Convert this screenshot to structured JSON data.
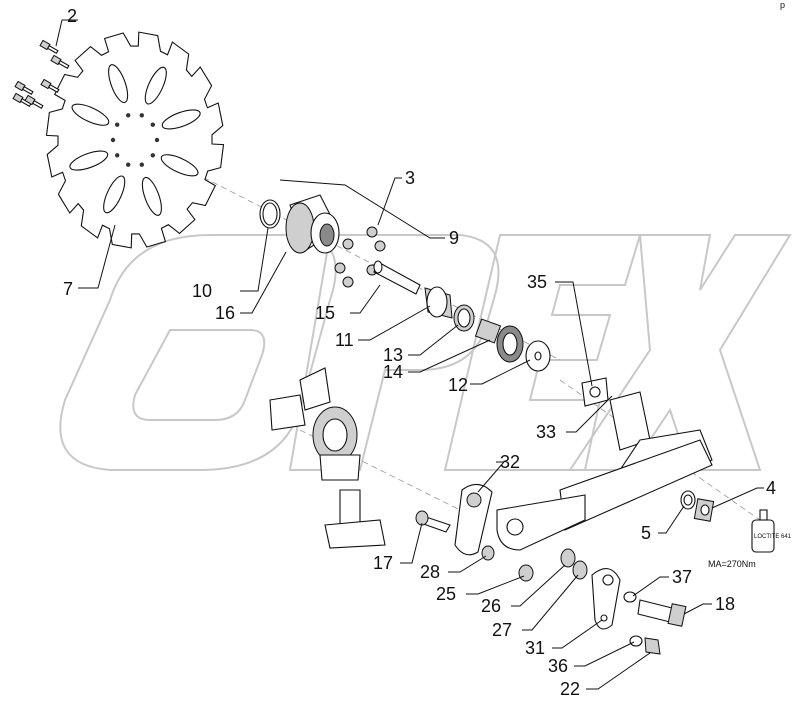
{
  "diagram": {
    "callouts": [
      {
        "id": "c2",
        "text": "2"
      },
      {
        "id": "c3",
        "text": "3"
      },
      {
        "id": "c4",
        "text": "4"
      },
      {
        "id": "c5",
        "text": "5"
      },
      {
        "id": "c7",
        "text": "7"
      },
      {
        "id": "c9",
        "text": "9"
      },
      {
        "id": "c10",
        "text": "10"
      },
      {
        "id": "c11",
        "text": "11"
      },
      {
        "id": "c12",
        "text": "12"
      },
      {
        "id": "c13",
        "text": "13"
      },
      {
        "id": "c14",
        "text": "14"
      },
      {
        "id": "c15",
        "text": "15"
      },
      {
        "id": "c16",
        "text": "16"
      },
      {
        "id": "c17",
        "text": "17"
      },
      {
        "id": "c18",
        "text": "18"
      },
      {
        "id": "c22",
        "text": "22"
      },
      {
        "id": "c25",
        "text": "25"
      },
      {
        "id": "c26",
        "text": "26"
      },
      {
        "id": "c27",
        "text": "27"
      },
      {
        "id": "c28",
        "text": "28"
      },
      {
        "id": "c31",
        "text": "31"
      },
      {
        "id": "c32",
        "text": "32"
      },
      {
        "id": "c33",
        "text": "33"
      },
      {
        "id": "c35",
        "text": "35"
      },
      {
        "id": "c36",
        "text": "36"
      },
      {
        "id": "c37",
        "text": "37"
      }
    ],
    "torque_note": "MA=270Nm",
    "loctite_label": "LOCTITE 641",
    "watermark": "OPEX",
    "corner_mark": "p"
  }
}
